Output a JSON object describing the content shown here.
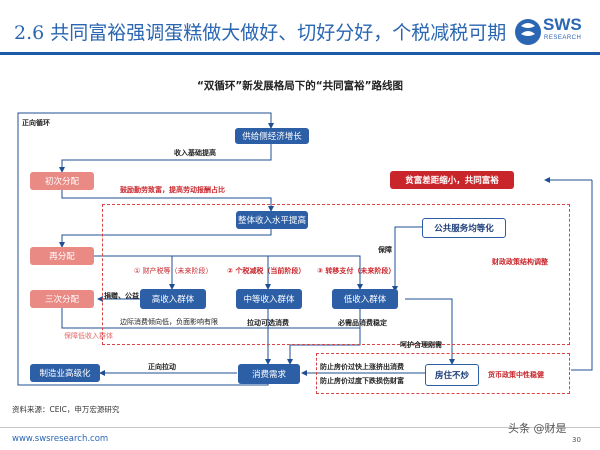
{
  "header": {
    "title": "2.6 共同富裕强调蛋糕做大做好、切好分好，个税减税可期",
    "logo_text": "SWS",
    "logo_sub": "RESEARCH"
  },
  "diagram": {
    "title": "“双循环”新发展格局下的“共同富裕”路线图",
    "nodes": {
      "supply_growth": "供给侧经济增长",
      "primary_dist": "初次分配",
      "overall_income": "整体收入水平提高",
      "redistribution": "再分配",
      "tertiary_dist": "三次分配",
      "high_income": "高收入群体",
      "mid_income": "中等收入群体",
      "low_income": "低收入群体",
      "public_services": "公共服务均等化",
      "wealth_gap": "贫富差距缩小，共同富裕",
      "manufacturing": "制造业高级化",
      "consumption": "消费需求",
      "housing": "房住不炒"
    },
    "labels": {
      "positive_cycle": "正向循环",
      "basic_income": "收入基础提高",
      "encourage": "鼓励勤劳致富，提高劳动报酬占比",
      "guarantee": "保障",
      "fiscal_policy": "财政政策结构调整",
      "tax_property": "① 财产税等（未来阶段）",
      "tax_individual": "② 个税减税（当前阶段）",
      "tax_transfer": "③ 转移支付（未来阶段）",
      "donation": "捐赠、公益",
      "protect_low": "保障低收入群体",
      "marginal_low": "边际消费倾向低，负面影响有限",
      "pull_consumption": "拉动可选消费",
      "necessity": "必需品消费稳定",
      "forward_pull": "正向拉动",
      "protect_demand": "呵护合理刚需",
      "prevent_up": "防止房价过快上涨挤出消费",
      "prevent_down": "防止房价过度下跌损伤财富",
      "monetary": "货币政策中性稳健"
    }
  },
  "footer": {
    "source": "资料来源：CEIC，申万宏源研究",
    "url": "www.swsresearch.com",
    "watermark": "头条 @财是",
    "page": "30"
  }
}
